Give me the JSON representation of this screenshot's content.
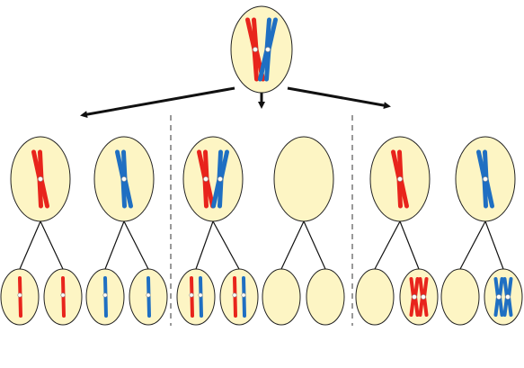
{
  "colors": {
    "cell_fill": "#fdf5c4",
    "cell_stroke": "#222222",
    "maternal_chromosome": "#e8241c",
    "paternal_chromosome": "#1f6fc2",
    "centromere": "#ffffff",
    "lines": "#111111",
    "divider": "#333333"
  },
  "diagram": {
    "kind": "meiosis nondisjunction comparison",
    "parent_cell": {
      "chromosomes": [
        "maternal",
        "paternal"
      ],
      "arrangement": "crossed pair"
    },
    "branches": [
      {
        "meiosis_1_cells": [
          {
            "chromosomes": [
              "maternal"
            ]
          },
          {
            "chromosomes": [
              "paternal"
            ]
          }
        ],
        "gametes": [
          {
            "chromosomes": [
              "maternal"
            ]
          },
          {
            "chromosomes": [
              "maternal"
            ]
          },
          {
            "chromosomes": [
              "paternal"
            ]
          },
          {
            "chromosomes": [
              "paternal"
            ]
          }
        ]
      },
      {
        "meiosis_1_cells": [
          {
            "chromosomes": [
              "maternal",
              "paternal"
            ]
          },
          {
            "chromosomes": []
          }
        ],
        "gametes": [
          {
            "chromosomes": [
              "maternal",
              "paternal"
            ]
          },
          {
            "chromosomes": [
              "maternal",
              "paternal"
            ]
          },
          {
            "chromosomes": []
          },
          {
            "chromosomes": []
          }
        ]
      },
      {
        "meiosis_1_cells": [
          {
            "chromosomes": [
              "maternal"
            ]
          },
          {
            "chromosomes": [
              "paternal"
            ]
          }
        ],
        "gametes": [
          {
            "chromosomes": []
          },
          {
            "chromosomes": [
              "maternal",
              "maternal"
            ]
          },
          {
            "chromosomes": []
          },
          {
            "chromosomes": [
              "paternal",
              "paternal"
            ]
          }
        ]
      }
    ]
  }
}
